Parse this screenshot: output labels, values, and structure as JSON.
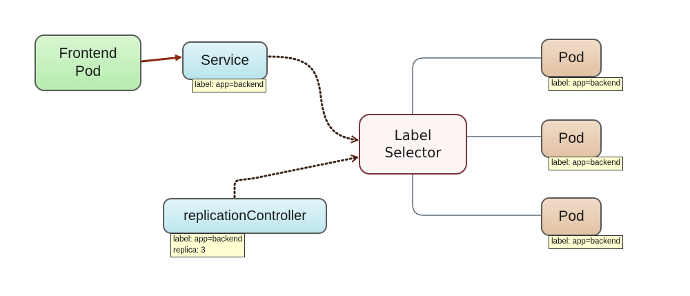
{
  "diagram": {
    "nodes": {
      "frontend_pod": {
        "line1": "Frontend",
        "line2": "Pod"
      },
      "service": {
        "label": "Service",
        "tag": "label: app=backend"
      },
      "replication_controller": {
        "label": "replicationController",
        "tag_lines": [
          "label: app=backend",
          "replica: 3"
        ]
      },
      "label_selector": {
        "line1": "Label",
        "line2": "Selector"
      },
      "pods": [
        {
          "label": "Pod",
          "tag": "label: app=backend"
        },
        {
          "label": "Pod",
          "tag": "label: app=backend"
        },
        {
          "label": "Pod",
          "tag": "label: app=backend"
        }
      ]
    },
    "edges": [
      {
        "from": "frontend_pod",
        "to": "service",
        "style": "solid-arrow"
      },
      {
        "from": "service",
        "to": "label_selector",
        "style": "dotted-arrow"
      },
      {
        "from": "replication_controller",
        "to": "label_selector",
        "style": "dotted-arrow"
      },
      {
        "from": "label_selector",
        "to": "pod-1",
        "style": "solid-line"
      },
      {
        "from": "label_selector",
        "to": "pod-2",
        "style": "solid-line"
      },
      {
        "from": "label_selector",
        "to": "pod-3",
        "style": "solid-line"
      }
    ],
    "colors": {
      "frontend_fill": "#c6f0bf",
      "service_fill": "#c9eaf0",
      "selector_border": "#7a3440",
      "pod_fill": "#e9cfb6",
      "tag_fill": "#ffffd2",
      "arrow_solid": "#8b2a12",
      "arrow_dotted": "#4a2a1a",
      "connector_line": "#5d6b78"
    }
  }
}
